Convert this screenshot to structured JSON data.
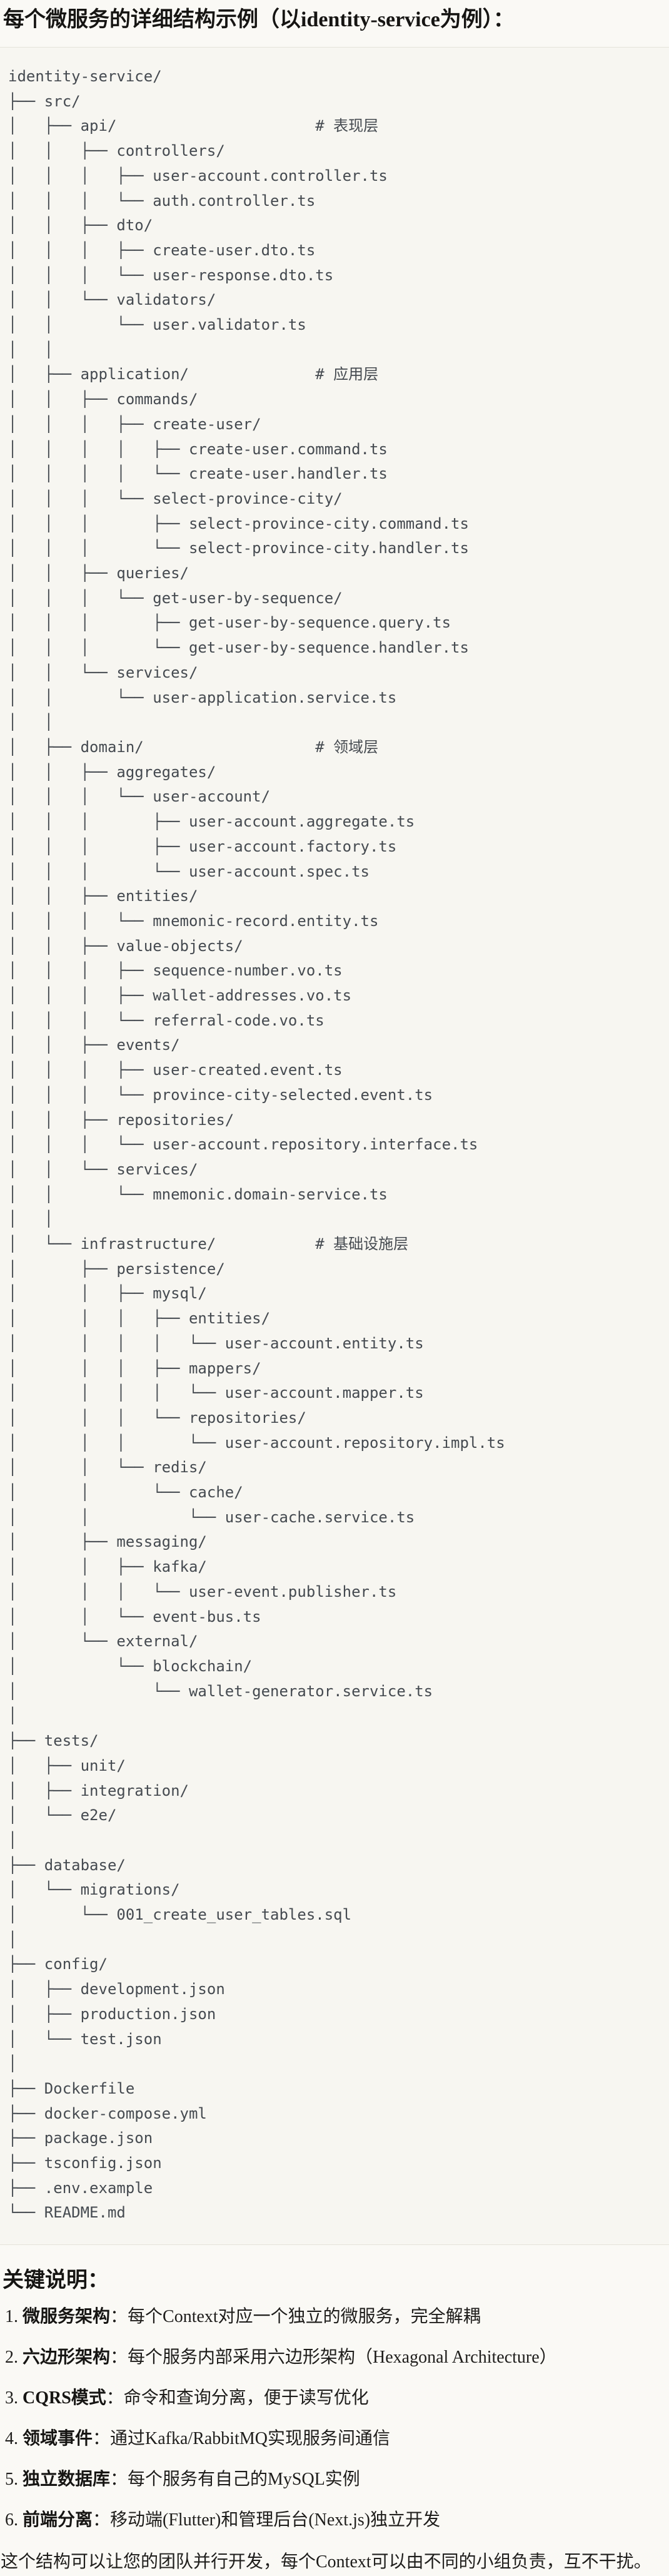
{
  "heading": "每个微服务的详细结构示例（以identity-service为例）：",
  "file_tree": {
    "lines": [
      "identity-service/",
      "├── src/",
      "│   ├── api/                      # 表现层",
      "│   │   ├── controllers/",
      "│   │   │   ├── user-account.controller.ts",
      "│   │   │   └── auth.controller.ts",
      "│   │   ├── dto/",
      "│   │   │   ├── create-user.dto.ts",
      "│   │   │   └── user-response.dto.ts",
      "│   │   └── validators/",
      "│   │       └── user.validator.ts",
      "│   │",
      "│   ├── application/              # 应用层",
      "│   │   ├── commands/",
      "│   │   │   ├── create-user/",
      "│   │   │   │   ├── create-user.command.ts",
      "│   │   │   │   └── create-user.handler.ts",
      "│   │   │   └── select-province-city/",
      "│   │   │       ├── select-province-city.command.ts",
      "│   │   │       └── select-province-city.handler.ts",
      "│   │   ├── queries/",
      "│   │   │   └── get-user-by-sequence/",
      "│   │   │       ├── get-user-by-sequence.query.ts",
      "│   │   │       └── get-user-by-sequence.handler.ts",
      "│   │   └── services/",
      "│   │       └── user-application.service.ts",
      "│   │",
      "│   ├── domain/                   # 领域层",
      "│   │   ├── aggregates/",
      "│   │   │   └── user-account/",
      "│   │   │       ├── user-account.aggregate.ts",
      "│   │   │       ├── user-account.factory.ts",
      "│   │   │       └── user-account.spec.ts",
      "│   │   ├── entities/",
      "│   │   │   └── mnemonic-record.entity.ts",
      "│   │   ├── value-objects/",
      "│   │   │   ├── sequence-number.vo.ts",
      "│   │   │   ├── wallet-addresses.vo.ts",
      "│   │   │   └── referral-code.vo.ts",
      "│   │   ├── events/",
      "│   │   │   ├── user-created.event.ts",
      "│   │   │   └── province-city-selected.event.ts",
      "│   │   ├── repositories/",
      "│   │   │   └── user-account.repository.interface.ts",
      "│   │   └── services/",
      "│   │       └── mnemonic.domain-service.ts",
      "│   │",
      "│   └── infrastructure/           # 基础设施层",
      "│       ├── persistence/",
      "│       │   ├── mysql/",
      "│       │   │   ├── entities/",
      "│       │   │   │   └── user-account.entity.ts",
      "│       │   │   ├── mappers/",
      "│       │   │   │   └── user-account.mapper.ts",
      "│       │   │   └── repositories/",
      "│       │   │       └── user-account.repository.impl.ts",
      "│       │   └── redis/",
      "│       │       └── cache/",
      "│       │           └── user-cache.service.ts",
      "│       ├── messaging/",
      "│       │   ├── kafka/",
      "│       │   │   └── user-event.publisher.ts",
      "│       │   └── event-bus.ts",
      "│       └── external/",
      "│           └── blockchain/",
      "│               └── wallet-generator.service.ts",
      "│",
      "├── tests/",
      "│   ├── unit/",
      "│   ├── integration/",
      "│   └── e2e/",
      "│",
      "├── database/",
      "│   └── migrations/",
      "│       └── 001_create_user_tables.sql",
      "│",
      "├── config/",
      "│   ├── development.json",
      "│   ├── production.json",
      "│   └── test.json",
      "│",
      "├── Dockerfile",
      "├── docker-compose.yml",
      "├── package.json",
      "├── tsconfig.json",
      "├── .env.example",
      "└── README.md"
    ]
  },
  "notes": {
    "heading": "关键说明：",
    "items": [
      {
        "num": "1.",
        "label": "微服务架构",
        "text": "：每个Context对应一个独立的微服务，完全解耦"
      },
      {
        "num": "2.",
        "label": "六边形架构",
        "text": "：每个服务内部采用六边形架构（Hexagonal Architecture）"
      },
      {
        "num": "3.",
        "label": "CQRS模式",
        "text": "：命令和查询分离，便于读写优化"
      },
      {
        "num": "4.",
        "label": "领域事件",
        "text": "：通过Kafka/RabbitMQ实现服务间通信"
      },
      {
        "num": "5.",
        "label": "独立数据库",
        "text": "：每个服务有自己的MySQL实例"
      },
      {
        "num": "6.",
        "label": "前端分离",
        "text": "：移动端(Flutter)和管理后台(Next.js)独立开发"
      }
    ]
  },
  "closing": "这个结构可以让您的团队并行开发，每个Context可以由不同的小组负责，互不干扰。",
  "colors": {
    "page_bg": "#faf9f5",
    "code_bg": "#f7f6f1",
    "code_border": "#e5e3da",
    "code_text": "#454a50",
    "heading_text": "#161513",
    "body_text": "#1e1d1b"
  }
}
